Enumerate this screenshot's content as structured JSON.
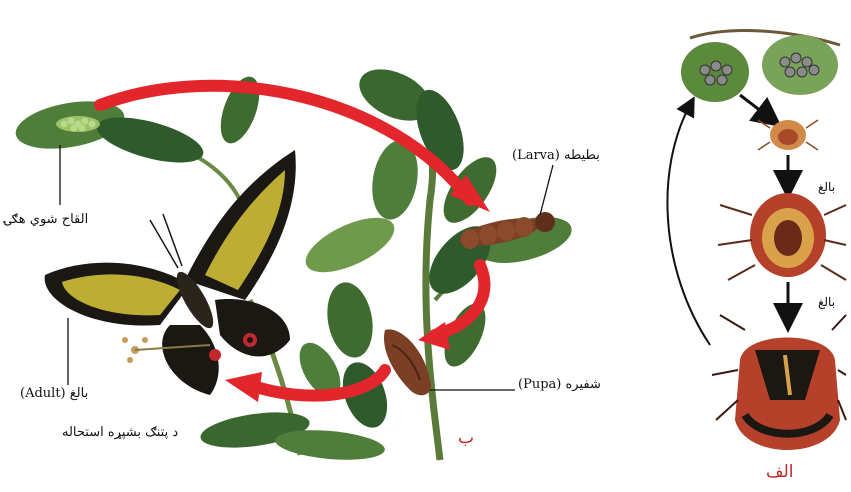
{
  "labels": {
    "egg": "القاح شوي هګۍ",
    "larva": "بطیطه (Larva)",
    "pupa": "شفیره (Pupa)",
    "adult": "بالغ (Adult)",
    "caption_b": "د پتنګ بشپړه استحاله",
    "panel_b": "ب",
    "nymph1": "بالغ",
    "nymph2": "بالغ",
    "panel_a": "الف"
  },
  "colors": {
    "arrow_red": "#e2262b",
    "leaf_dark": "#2f5a2b",
    "leaf_light": "#6f9a4c",
    "wing_black": "#1b1712",
    "wing_yellow": "#d9c93a",
    "pupa_brown": "#7a3f24",
    "bug_red": "#b5412b",
    "caption_red": "#c0282d"
  }
}
